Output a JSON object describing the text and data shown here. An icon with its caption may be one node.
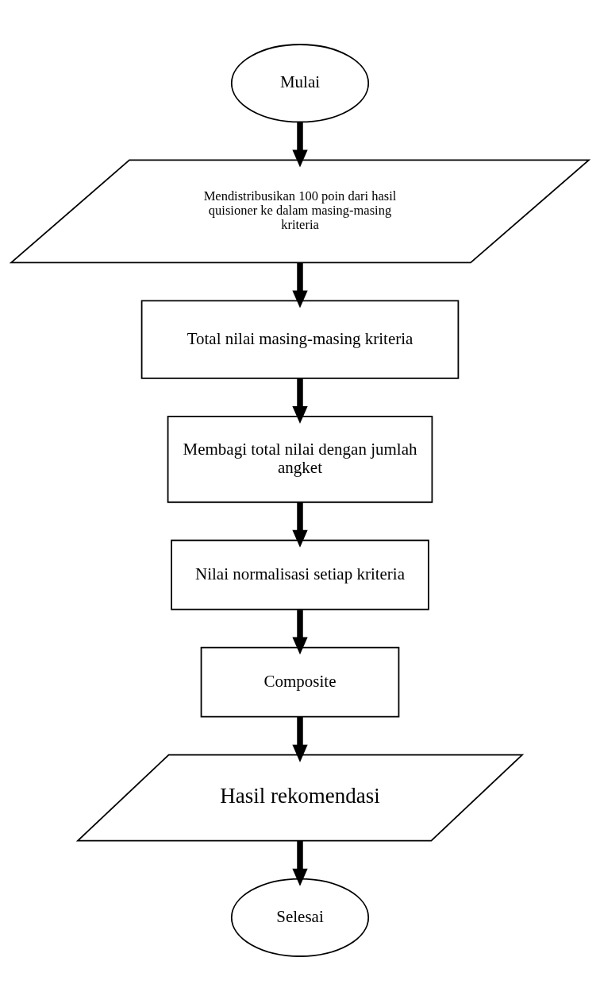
{
  "diagram": {
    "nodes": [
      {
        "text": [
          "Mulai"
        ]
      },
      {
        "text": [
          "Mendistribusikan 100 poin dari hasil quisioner ke dalam masing-masing kriteria"
        ]
      },
      {
        "text": [
          "Total nilai masing-masing kriteria"
        ]
      },
      {
        "text": [
          "Membagi total nilai dengan jumlah angket"
        ]
      },
      {
        "text": [
          "Nilai normalisasi setiap kriteria"
        ]
      },
      {
        "text": [
          "Composite"
        ]
      },
      {
        "text": [
          "Hasil rekomendasi"
        ]
      },
      {
        "text": [
          "Selesai"
        ]
      }
    ],
    "edges": [
      {
        "from": 0,
        "to": 1,
        "arrow": "to"
      },
      {
        "from": 1,
        "to": 2,
        "arrow": "to"
      },
      {
        "from": 2,
        "to": 3,
        "arrow": "to"
      },
      {
        "from": 3,
        "to": 4,
        "arrow": "to"
      },
      {
        "from": 4,
        "to": 5,
        "arrow": "to"
      },
      {
        "from": 5,
        "to": 6,
        "arrow": "to"
      },
      {
        "from": 6,
        "to": 7,
        "arrow": "to"
      }
    ]
  }
}
